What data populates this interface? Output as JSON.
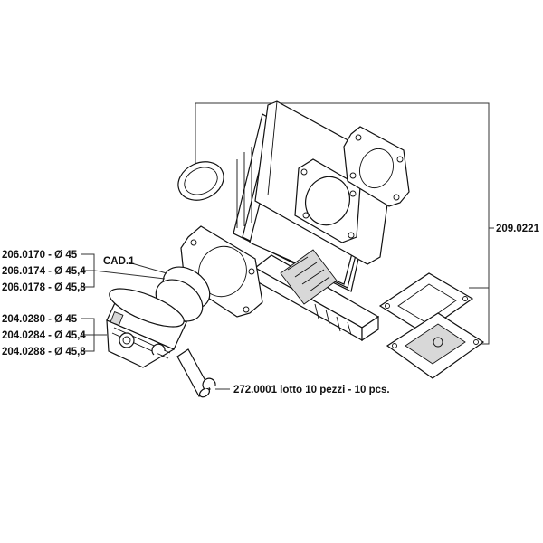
{
  "labels": {
    "ring_1": "206.0170 - Ø 45",
    "ring_2": "206.0174 - Ø 45,4",
    "ring_3": "206.0178 - Ø 45,8",
    "cad": "CAD.1",
    "piston_1": "204.0280 - Ø 45",
    "piston_2": "204.0284 - Ø 45,4",
    "piston_3": "204.0288 - Ø 45,8",
    "clip": "272.0001 lotto 10 pezzi - 10 pcs.",
    "kit": "209.0221"
  }
}
